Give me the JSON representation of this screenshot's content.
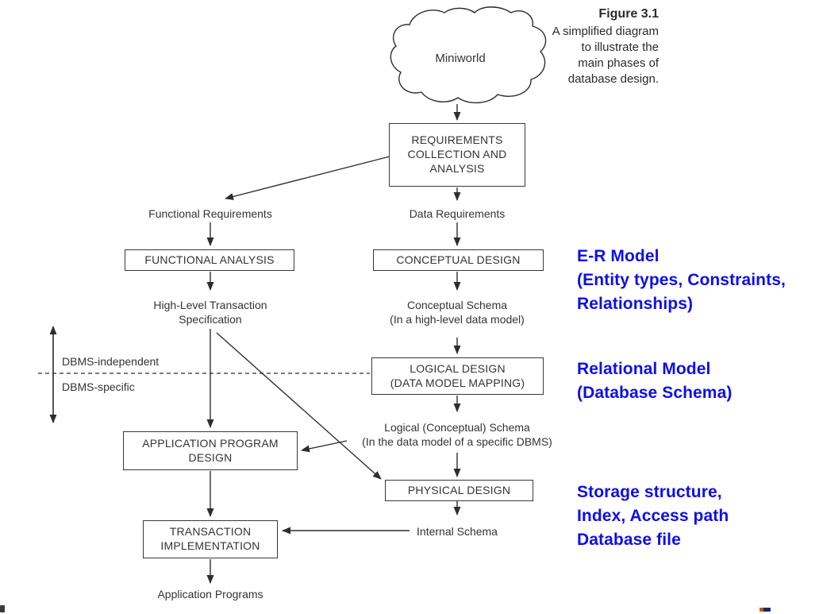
{
  "figure_caption": {
    "title": "Figure 3.1",
    "lines": [
      "A simplified diagram",
      "to illustrate the",
      "main phases of",
      "database design."
    ]
  },
  "cloud": {
    "label": "Miniworld"
  },
  "boxes": {
    "requirements": "REQUIREMENTS\nCOLLECTION AND\nANALYSIS",
    "functional_analysis": "FUNCTIONAL ANALYSIS",
    "conceptual_design": "CONCEPTUAL DESIGN",
    "logical_design": "LOGICAL DESIGN\n(DATA MODEL MAPPING)",
    "application_program_design": "APPLICATION PROGRAM\nDESIGN",
    "physical_design": "PHYSICAL DESIGN",
    "transaction_implementation": "TRANSACTION\nIMPLEMENTATION"
  },
  "labels": {
    "functional_requirements": "Functional Requirements",
    "data_requirements": "Data Requirements",
    "high_level_transaction_specification": "High-Level Transaction\nSpecification",
    "conceptual_schema": "Conceptual Schema\n(In a high-level data model)",
    "logical_schema": "Logical (Conceptual) Schema\n(In the data model of a specific DBMS)",
    "internal_schema": "Internal Schema",
    "application_programs": "Application Programs",
    "dbms_independent": "DBMS-independent",
    "dbms_specific": "DBMS-specific"
  },
  "annotations": {
    "er_model": "E-R Model\n(Entity types, Constraints,\nRelationships)",
    "relational_model": "Relational Model\n(Database Schema)",
    "storage": "Storage structure,\nIndex, Access path\nDatabase file"
  },
  "colors": {
    "annotation_blue": "#0f0fe8",
    "diagram_ink": "#2d2d2d"
  }
}
